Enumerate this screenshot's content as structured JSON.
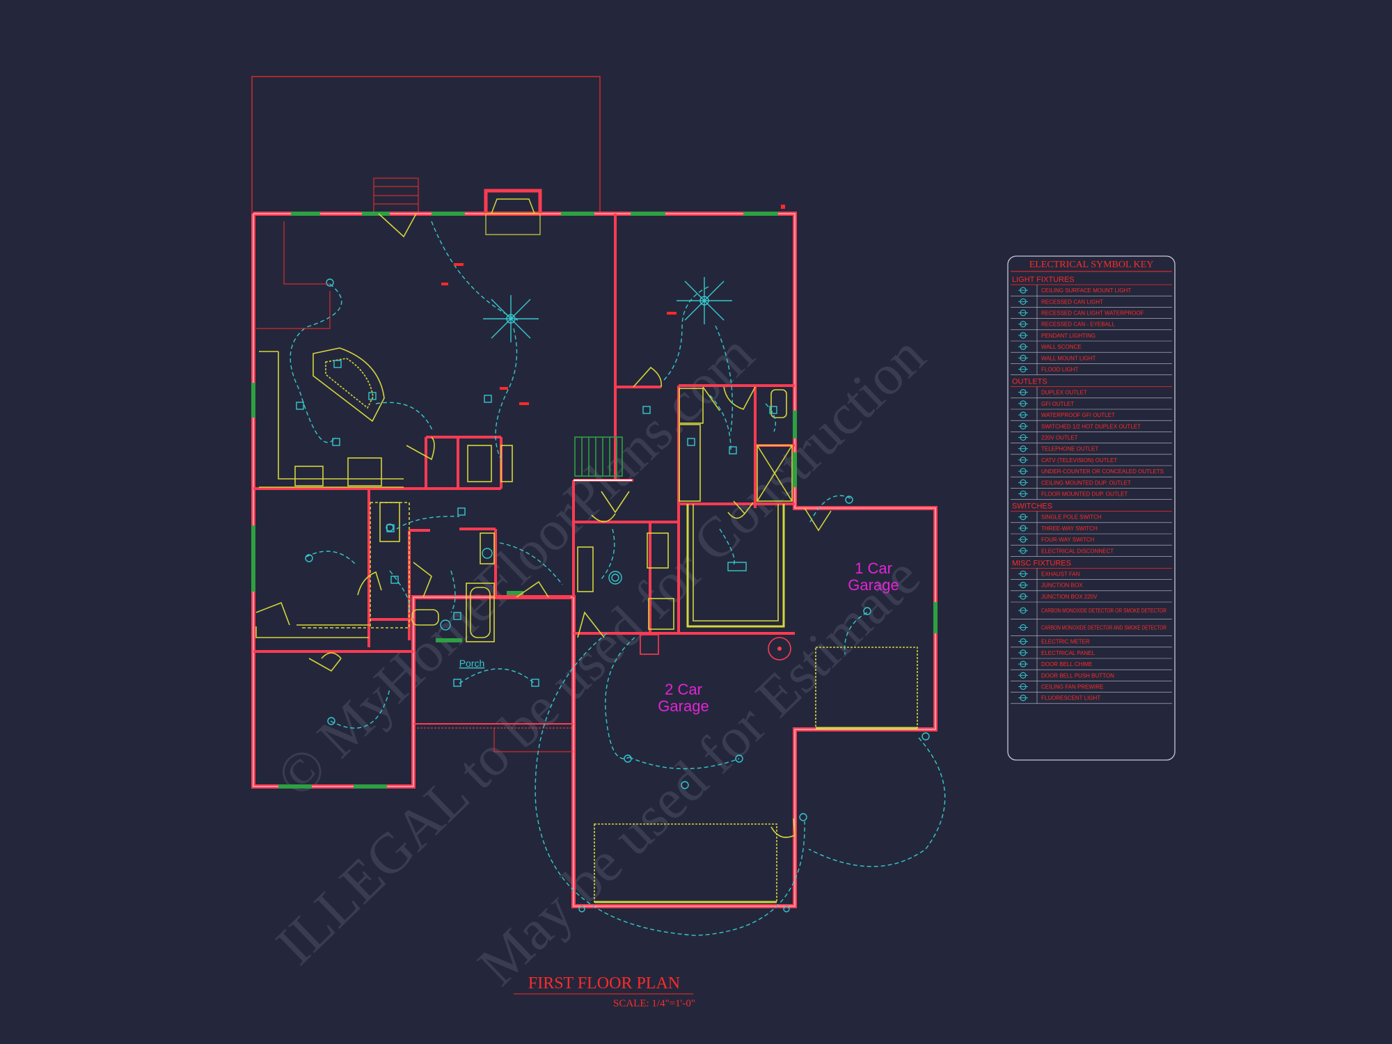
{
  "drawing": {
    "title": "FIRST FLOOR PLAN",
    "scale": "SCALE: 1/4\"=1'-0\""
  },
  "rooms": {
    "garage_1": [
      "1 Car",
      "Garage"
    ],
    "garage_2": [
      "2 Car",
      "Garage"
    ],
    "porch": "Porch"
  },
  "watermark": {
    "line1": "© MyHomeFloorPlans.com",
    "line2": "ILLEGAL to be used for Construction",
    "line3": "May be used for Estimate"
  },
  "symbol_key": {
    "title": "ELECTRICAL SYMBOL KEY",
    "sections": [
      {
        "heading": "LIGHT FIXTURES",
        "items": [
          {
            "icon": "ceiling-light-icon",
            "label": "CEILING SURFACE MOUNT LIGHT"
          },
          {
            "icon": "recessed-can-icon",
            "label": "RECESSED CAN LIGHT"
          },
          {
            "icon": "recessed-can-wp-icon",
            "label": "RECESSED CAN LIGHT WATERPROOF"
          },
          {
            "icon": "recessed-eyeball-icon",
            "label": "RECESSED CAN - EYEBALL"
          },
          {
            "icon": "pendant-icon",
            "label": "PENDANT LIGHTING"
          },
          {
            "icon": "wall-sconce-icon",
            "label": "WALL SCONCE"
          },
          {
            "icon": "wall-mount-light-icon",
            "label": "WALL MOUNT LIGHT"
          },
          {
            "icon": "flood-light-icon",
            "label": "FLOOD LIGHT"
          }
        ]
      },
      {
        "heading": "OUTLETS",
        "items": [
          {
            "icon": "duplex-outlet-icon",
            "label": "DUPLEX OUTLET"
          },
          {
            "icon": "gfi-outlet-icon",
            "label": "GFI OUTLET"
          },
          {
            "icon": "wp-gfi-outlet-icon",
            "label": "WATERPROOF GFI OUTLET"
          },
          {
            "icon": "switched-outlet-icon",
            "label": "SWITCHED 1/2 HOT DUPLEX OUTLET"
          },
          {
            "icon": "220v-outlet-icon",
            "label": "220V OUTLET"
          },
          {
            "icon": "telephone-outlet-icon",
            "label": "TELEPHONE OUTLET"
          },
          {
            "icon": "catv-outlet-icon",
            "label": "CATV (TELEVISION) OUTLET"
          },
          {
            "icon": "under-counter-outlet-icon",
            "label": "UNDER-COUNTER OR CONCEALED OUTLETS"
          },
          {
            "icon": "ceiling-outlet-icon",
            "label": "CEILING MOUNTED DUP. OUTLET"
          },
          {
            "icon": "floor-outlet-icon",
            "label": "FLOOR MOUNTED DUP. OUTLET"
          }
        ]
      },
      {
        "heading": "SWITCHES",
        "items": [
          {
            "icon": "single-pole-switch-icon",
            "label": "SINGLE POLE SWITCH"
          },
          {
            "icon": "three-way-switch-icon",
            "label": "THREE-WAY SWITCH"
          },
          {
            "icon": "four-way-switch-icon",
            "label": "FOUR-WAY SWITCH"
          },
          {
            "icon": "disconnect-icon",
            "label": "ELECTRICAL DISCONNECT"
          }
        ]
      },
      {
        "heading": "MISC FIXTURES",
        "items": [
          {
            "icon": "exhaust-fan-icon",
            "label": "EXHAUST FAN"
          },
          {
            "icon": "junction-box-icon",
            "label": "JUNCTION BOX"
          },
          {
            "icon": "junction-box-220-icon",
            "label": "JUNCTION BOX 220V"
          },
          {
            "icon": "co-smoke-detector-icon",
            "label": "CARBON MONOXIDE DETECTOR OR SMOKE DETECTOR"
          },
          {
            "icon": "co-and-smoke-detector-icon",
            "label": "CARBON MONOXIDE DETECTOR AND SMOKE DETECTOR"
          },
          {
            "icon": "electric-meter-icon",
            "label": "ELECTRIC METER"
          },
          {
            "icon": "electrical-panel-icon",
            "label": "ELECTRICAL PANEL"
          },
          {
            "icon": "door-bell-chime-icon",
            "label": "DOOR BELL CHIME"
          },
          {
            "icon": "door-bell-button-icon",
            "label": "DOOR BELL PUSH BUTTON"
          },
          {
            "icon": "ceiling-fan-icon",
            "label": "CEILING FAN PREWIRE"
          },
          {
            "icon": "fluorescent-light-icon",
            "label": "FLUORESCENT LIGHT"
          }
        ]
      }
    ]
  },
  "colors": {
    "background": "#24273b",
    "wall": "#ff3b52",
    "wall_fill": "#ffb0ba",
    "wire": "#36c9cf",
    "fixture": "#d6d63a",
    "window": "#2ea043",
    "text_red": "#ff2a2a",
    "text_magenta": "#e324d6"
  }
}
